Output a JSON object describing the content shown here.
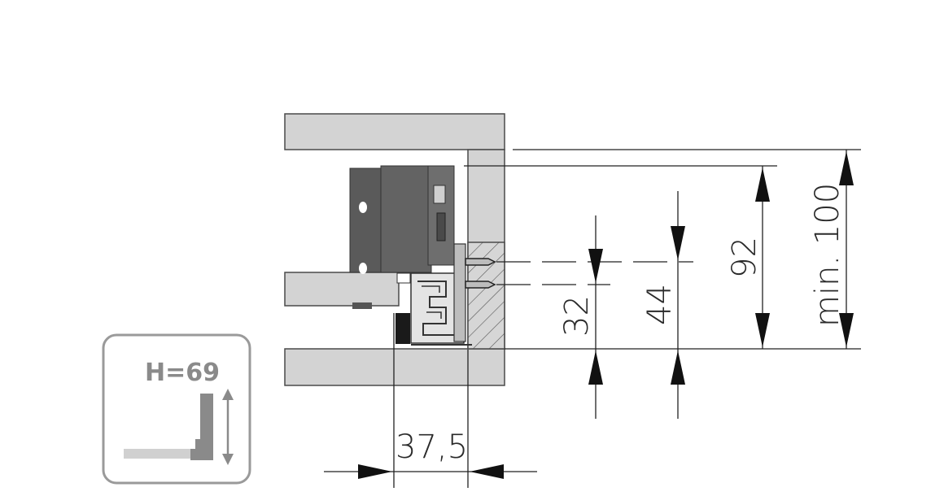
{
  "badge": {
    "label": "H=69"
  },
  "dimensions": {
    "min_height": "min. 100",
    "height_92": "92",
    "height_44": "44",
    "height_32": "32",
    "width_37_5": "37,5"
  },
  "colors": {
    "panel_fill": "#d3d3d3",
    "panel_stroke": "#4a4a4a",
    "hardware_dark": "#555555",
    "line": "#222222",
    "badge_border": "#9a9a9a"
  }
}
